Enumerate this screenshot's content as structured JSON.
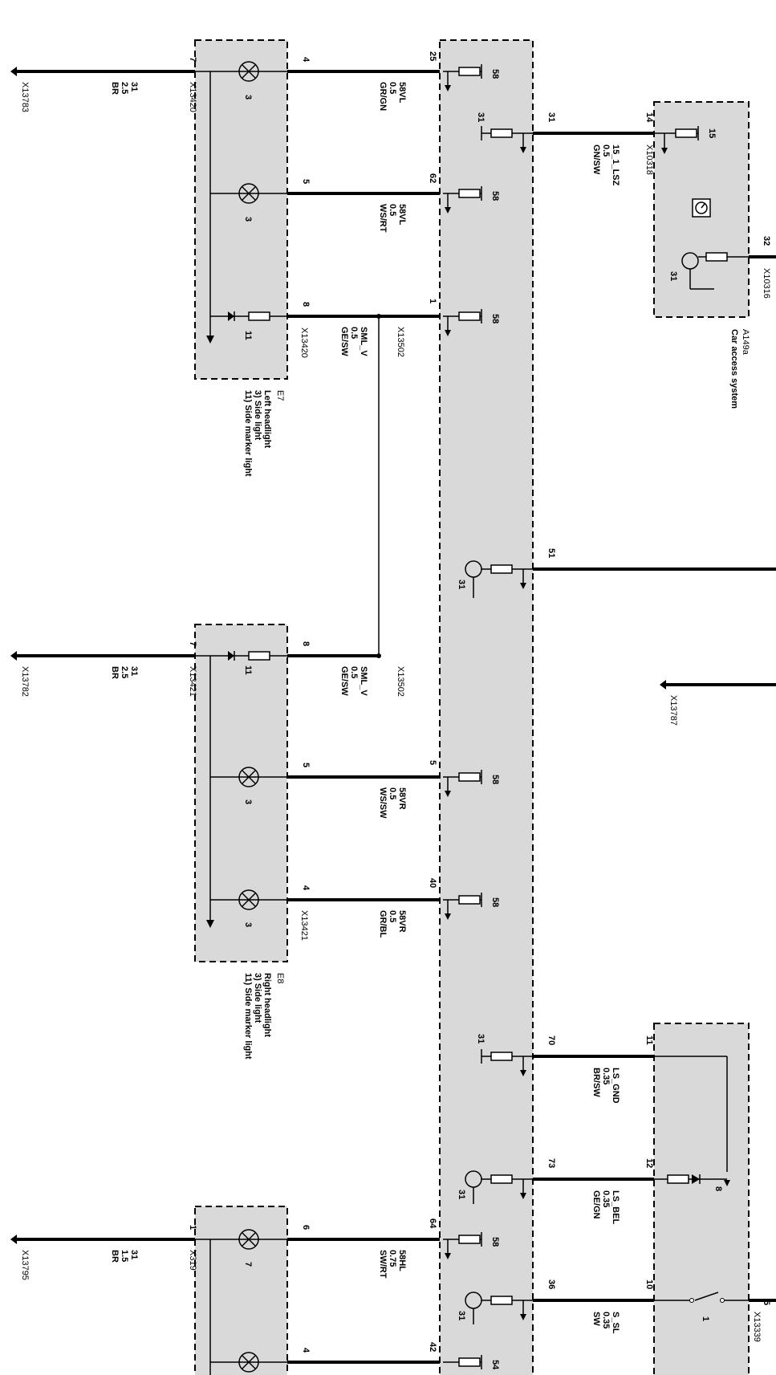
{
  "ground_points": [
    {
      "id": "X13783",
      "wire": "31",
      "size": "2.5",
      "color": "BR"
    },
    {
      "id": "X13782",
      "wire": "31",
      "size": "2.5",
      "color": "BR"
    },
    {
      "id": "X13795",
      "wire": "31",
      "size": "1.5",
      "color": "BR"
    }
  ],
  "modules": {
    "e7": {
      "id": "E7",
      "title": "Left headlight",
      "items": [
        "3) Side light",
        "11) Side marker light"
      ],
      "connector": "X13420",
      "pins": {
        "ground": "7",
        "lamp_a": "4",
        "lamp_b": "5",
        "marker": "8"
      },
      "element_numbers": {
        "lamp": "3",
        "marker": "11"
      }
    },
    "e8": {
      "id": "E8",
      "title": "Right headlight",
      "items": [
        "3) Side light",
        "11) Side marker light"
      ],
      "connector": "X13421",
      "pins": {
        "ground": "7",
        "marker": "8",
        "lamp_a": "5",
        "lamp_b": "4"
      },
      "element_numbers": {
        "lamp": "3",
        "marker": "11"
      }
    },
    "rear": {
      "connector": "X319",
      "pins": {
        "ground": "1",
        "lamp_a": "6",
        "lamp_b": "4"
      },
      "element_numbers": {
        "lamp": "7"
      }
    },
    "a149a": {
      "id": "A149a",
      "title": "Car access system",
      "connector": "X10318",
      "pins": {
        "in": "14",
        "out": "32"
      },
      "element_numbers": {
        "in_ref": "15",
        "out_ref": "31"
      },
      "connector_out": "X10316"
    },
    "x13339": {
      "connector": "X13339",
      "pins": {
        "p11": "11",
        "p12": "12",
        "p10": "10",
        "p5": "5"
      },
      "element_numbers": {
        "led": "8",
        "switch": "1"
      }
    }
  },
  "central": {
    "pins": {
      "p25": "25",
      "p31": "31",
      "p62": "62",
      "p1": "1",
      "p51": "51",
      "p5": "5",
      "p40": "40",
      "p70": "70",
      "p73": "73",
      "p64": "64",
      "p36": "36",
      "p42": "42"
    },
    "refs": {
      "r58": "58",
      "r31": "31",
      "r54": "54"
    }
  },
  "wires": {
    "w_58vl_a": {
      "name": "58VL",
      "size": "0.5",
      "color": "GR/GN"
    },
    "w_58vl_b": {
      "name": "58VL",
      "size": "0.5",
      "color": "WS/RT"
    },
    "w_sml_a": {
      "name": "SML_V",
      "size": "0.5",
      "color": "GE/SW"
    },
    "w_sml_b": {
      "name": "SML_V",
      "size": "0.5",
      "color": "GE/SW"
    },
    "w_58vr_a": {
      "name": "58VR",
      "size": "0.5",
      "color": "WS/SW"
    },
    "w_58vr_b": {
      "name": "58VR",
      "size": "0.5",
      "color": "GR/BL"
    },
    "w_15lsz": {
      "name": "15_1_LSZ",
      "size": "0.5",
      "color": "GN/SW"
    },
    "w_ls_gnd": {
      "name": "LS_GND",
      "size": "0.35",
      "color": "BR/SW"
    },
    "w_ls_bel": {
      "name": "LS_BEL",
      "size": "0.35",
      "color": "GE/GN"
    },
    "w_58hl": {
      "name": "58HL",
      "size": "0.75",
      "color": "SW/RT"
    },
    "w_s_sl": {
      "name": "S_SL",
      "size": "0.35",
      "color": "SW"
    }
  },
  "splice": {
    "id": "X13502"
  },
  "ground_x13787": {
    "id": "X13787"
  }
}
